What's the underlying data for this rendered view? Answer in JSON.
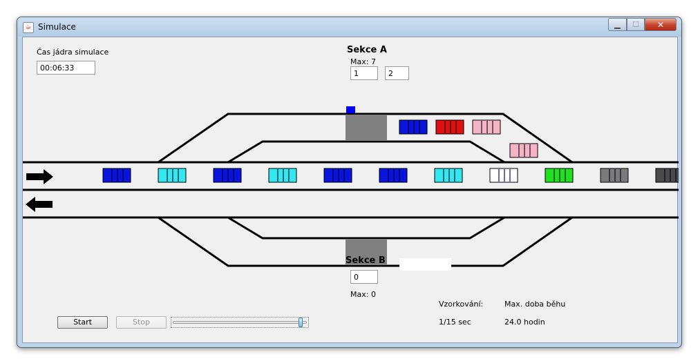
{
  "window": {
    "title": "Simulace"
  },
  "core_time": {
    "label": "Čas jádra simulace",
    "value": "00:06:33"
  },
  "section_a": {
    "title": "Sekce A",
    "max_label": "Max: 7",
    "field1": "1",
    "field2": "2"
  },
  "section_b": {
    "title": "Sekce B",
    "field": "0",
    "max_label": "Max: 0"
  },
  "sampling": {
    "label": "Vzorkování:",
    "value": "1/15 sec"
  },
  "max_runtime": {
    "label": "Max. doba běhu",
    "value": "24.0 hodin"
  },
  "controls": {
    "start_label": "Start",
    "stop_label": "Stop",
    "speed_level": 0.97
  },
  "colors": {
    "track": "#000000",
    "section_block": "#808080",
    "signal": "#0000ff",
    "car_blue": "#0a14dc",
    "car_cyan": "#33e6f0",
    "car_red": "#e01010",
    "car_pink": "#f4b4c4",
    "car_white": "#ffffff",
    "car_green": "#20e020",
    "car_gray": "#7a7a7a",
    "car_dark": "#4a4a4a"
  },
  "icons": {
    "app": "java-icon",
    "right_arrow": "arrow-right-icon",
    "left_arrow": "arrow-left-icon"
  },
  "trains": {
    "main_line": [
      "car_blue",
      "car_cyan",
      "car_blue",
      "car_cyan",
      "car_blue",
      "car_blue",
      "car_cyan",
      "car_white",
      "car_green",
      "car_gray",
      "car_dark"
    ],
    "section_a_queue": [
      "car_blue",
      "car_red",
      "car_pink"
    ],
    "section_a_inner": [
      "car_pink"
    ]
  }
}
